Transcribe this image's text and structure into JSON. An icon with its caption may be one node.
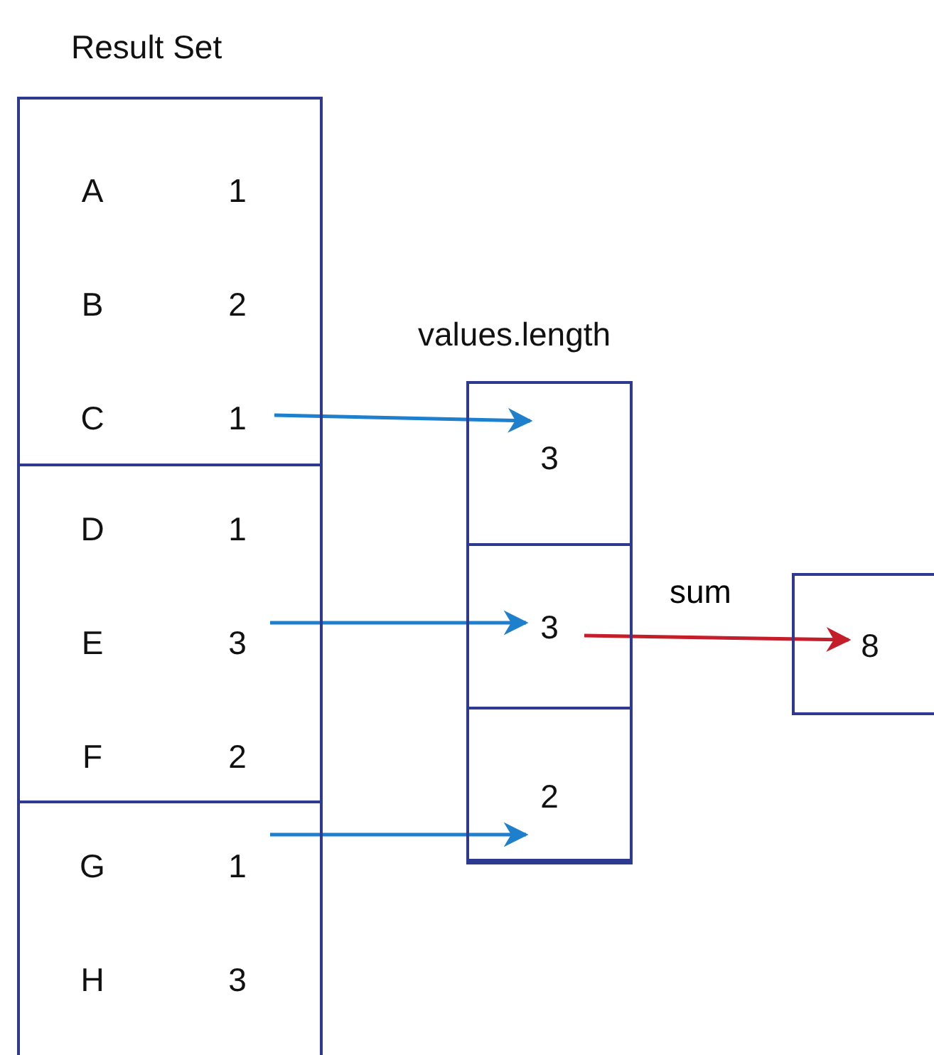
{
  "diagram": {
    "nodes": [
      {
        "text": [
          "Result Set"
        ]
      },
      {
        "text": [
          "A",
          "1",
          "B",
          "2",
          "C",
          "1"
        ],
        "in": 0
      },
      {
        "text": [
          "D",
          "1",
          "E",
          "3",
          "F",
          "2"
        ],
        "in": 0
      },
      {
        "text": [
          "G",
          "1",
          "H",
          "3"
        ],
        "in": 0
      },
      {
        "text": [
          "values.length"
        ]
      },
      {
        "text": [
          "3"
        ],
        "in": 4
      },
      {
        "text": [
          "3"
        ],
        "in": 4
      },
      {
        "text": [
          "2"
        ],
        "in": 4
      },
      {
        "text": [
          "8"
        ]
      }
    ],
    "edges": [
      {
        "from": 1,
        "to": 5,
        "arrow": "to"
      },
      {
        "from": 2,
        "to": 6,
        "arrow": "to"
      },
      {
        "from": 3,
        "to": 7,
        "arrow": "to"
      },
      {
        "from": 6,
        "to": 8,
        "arrow": "to",
        "label": "sum",
        "color": "#c41e2a"
      }
    ]
  }
}
